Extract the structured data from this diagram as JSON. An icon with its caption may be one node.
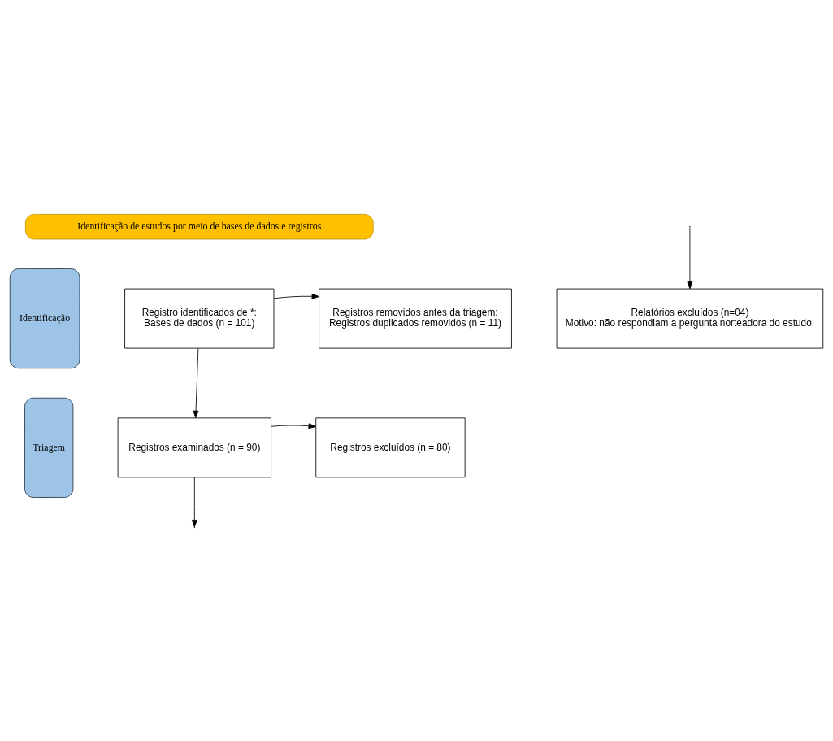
{
  "diagram": {
    "nodes": [
      {
        "text": [
          "Identificação de estudos por meio de bases de dados e registros"
        ]
      },
      {
        "text": [
          "Identificação"
        ]
      },
      {
        "text": [
          "Registro identificados de *:",
          "Bases de dados (n = 101)"
        ]
      },
      {
        "text": [
          "Registros removidos antes da triagem:",
          "Registros duplicados removidos (n = 11)"
        ]
      },
      {
        "text": [
          "Triagem"
        ]
      },
      {
        "text": [
          "Registros examinados (n = 90)"
        ]
      },
      {
        "text": [
          "Registros excluídos (n = 80)"
        ]
      },
      {
        "text": [
          "Relatórios excluídos (n=04)",
          "Motivo: não respondiam a pergunta norteadora do estudo."
        ]
      }
    ],
    "edges": [
      {
        "from": 2,
        "to": 3,
        "arrow": "to"
      },
      {
        "from": 2,
        "to": 5,
        "arrow": "to"
      },
      {
        "from": 5,
        "to": 6,
        "arrow": "to"
      },
      {
        "from": 5,
        "to": null,
        "arrow": "to"
      },
      {
        "from": null,
        "to": 7,
        "arrow": "to"
      }
    ]
  }
}
